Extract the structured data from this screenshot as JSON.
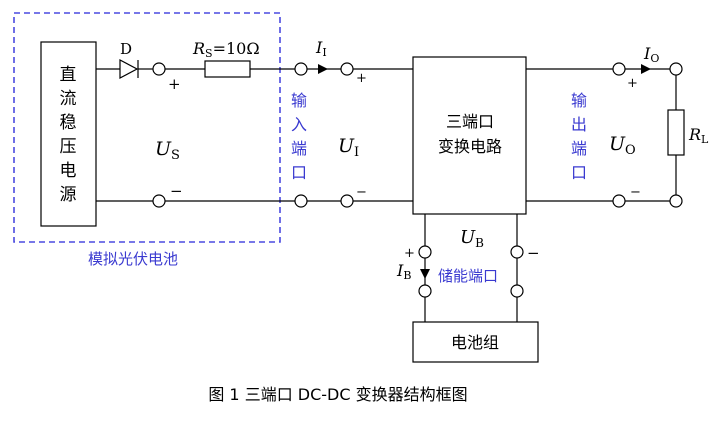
{
  "diagram": {
    "source_label": "直流稳压电源",
    "source_label_chars": [
      "直",
      "流",
      "稳",
      "压",
      "电",
      "源"
    ],
    "diode_label": "D",
    "rs_label": "R",
    "rs_sub": "S",
    "rs_value": "=10Ω",
    "input_current": "I",
    "input_current_sub": "I",
    "us_label": "U",
    "us_sub": "S",
    "ui_label": "U",
    "ui_sub": "I",
    "input_port_chars": [
      "输",
      "入",
      "端",
      "口"
    ],
    "converter_line1": "三端口",
    "converter_line2": "变换电路",
    "output_port_chars": [
      "输",
      "出",
      "端",
      "口"
    ],
    "output_current": "I",
    "output_current_sub": "O",
    "uo_label": "U",
    "uo_sub": "O",
    "rl_label": "R",
    "rl_sub": "L",
    "ub_label": "U",
    "ub_sub": "B",
    "ib_label": "I",
    "ib_sub": "B",
    "storage_port": "储能端口",
    "battery": "电池组",
    "pv_sim": "模拟光伏电池",
    "plus": "+",
    "minus": "−",
    "caption": "图 1  三端口 DC-DC 变换器结构框图",
    "colors": {
      "line": "#000000",
      "blue_text": "#3a3ad0",
      "dashed_box": "#4a4ae0"
    }
  }
}
